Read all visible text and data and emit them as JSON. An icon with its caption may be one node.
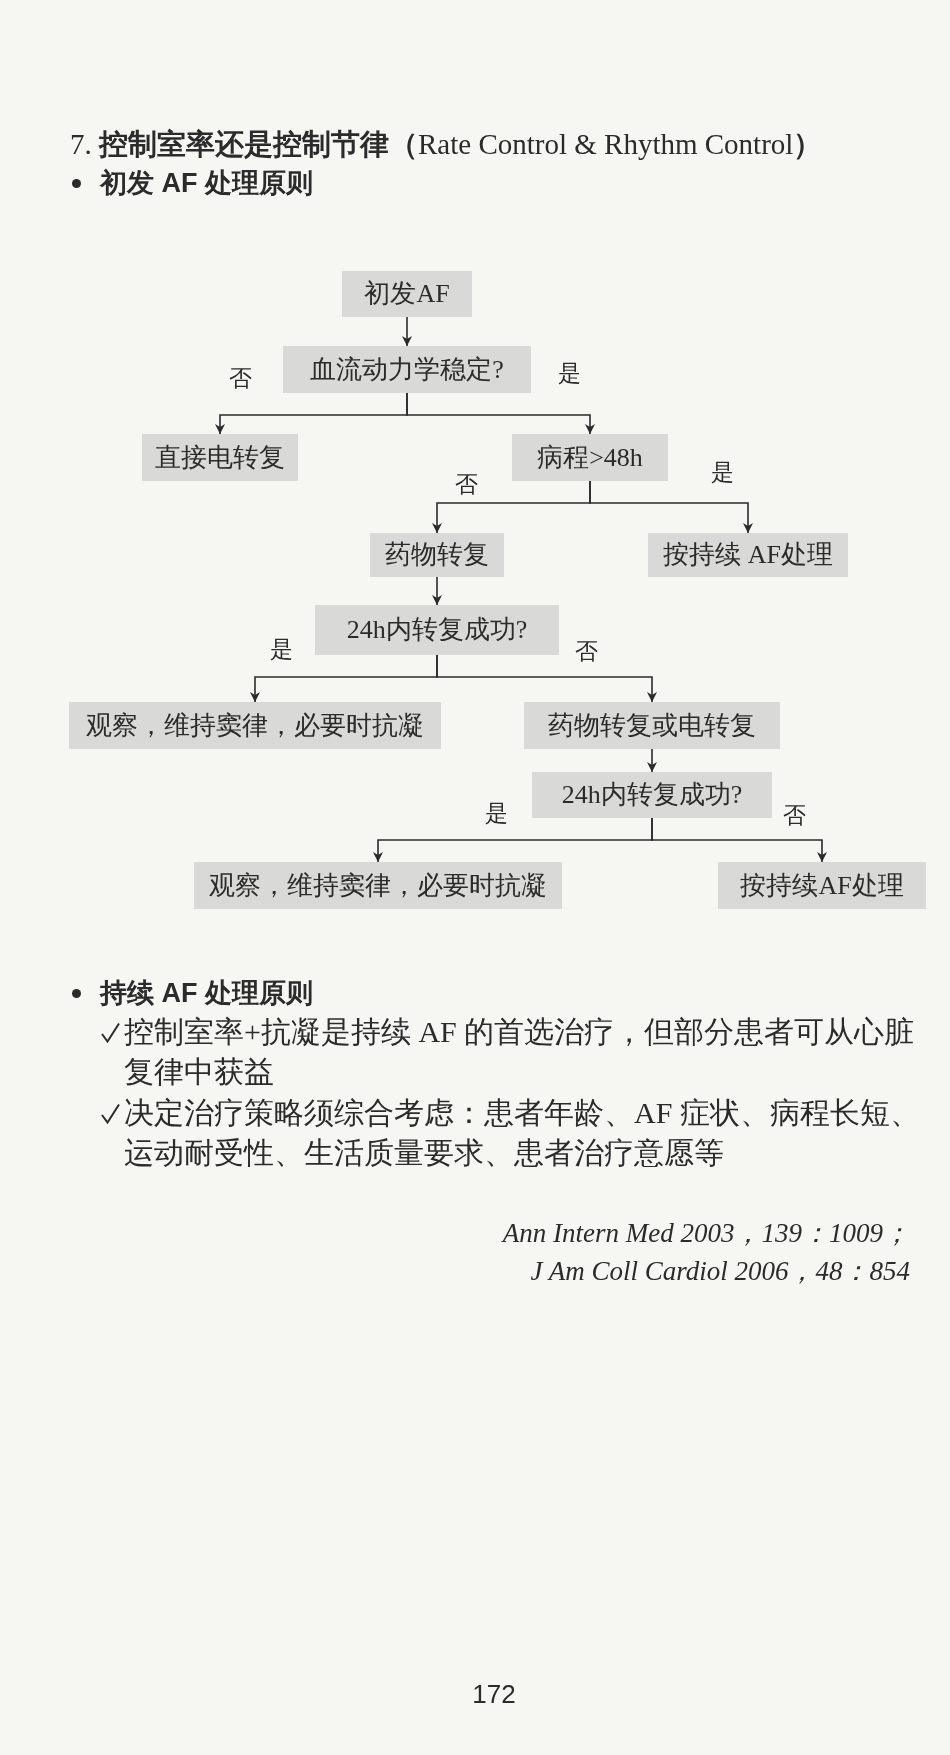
{
  "diagram": {
    "title": "7. 控制室率还是控制节律（Rate Control & Rhythm Control）",
    "nodes": [
      {
        "text": [
          "初发AF"
        ]
      },
      {
        "text": [
          "血流动力学稳定?"
        ]
      },
      {
        "text": [
          "直接电转复"
        ]
      },
      {
        "text": [
          "病程>48h"
        ]
      },
      {
        "text": [
          "药物转复"
        ]
      },
      {
        "text": [
          "按持续 AF处理"
        ]
      },
      {
        "text": [
          "24h内转复成功?"
        ]
      },
      {
        "text": [
          "观察，维持窦律，必要时抗凝"
        ]
      },
      {
        "text": [
          "药物转复或电转复"
        ]
      },
      {
        "text": [
          "24h内转复成功?"
        ]
      },
      {
        "text": [
          "观察，维持窦律，必要时抗凝"
        ]
      },
      {
        "text": [
          "按持续AF处理"
        ]
      }
    ],
    "edges": [
      {
        "from": 0,
        "to": 1,
        "arrow": "to"
      },
      {
        "from": 1,
        "to": 2,
        "arrow": "to",
        "label": "否"
      },
      {
        "from": 1,
        "to": 3,
        "arrow": "to",
        "label": "是"
      },
      {
        "from": 3,
        "to": 4,
        "arrow": "to",
        "label": "否"
      },
      {
        "from": 3,
        "to": 5,
        "arrow": "to",
        "label": "是"
      },
      {
        "from": 4,
        "to": 6,
        "arrow": "to"
      },
      {
        "from": 6,
        "to": 7,
        "arrow": "to",
        "label": "是"
      },
      {
        "from": 6,
        "to": 8,
        "arrow": "to",
        "label": "否"
      },
      {
        "from": 8,
        "to": 9,
        "arrow": "to"
      },
      {
        "from": 9,
        "to": 10,
        "arrow": "to",
        "label": "是"
      },
      {
        "from": 9,
        "to": 11,
        "arrow": "to",
        "label": "否"
      }
    ],
    "labels": [
      "初发 AF 处理原则",
      "持续 AF 处理原则",
      "控制室率+抗凝是持续 AF 的首选治疗，但部分患者可从心脏复律中获益",
      "决定治疗策略须综合考虑：患者年龄、AF 症状、病程长短、运动耐受性、生活质量要求、患者治疗意愿等",
      "Ann Intern Med 2003，139：1009；",
      "J Am Coll Cardiol 2006，48：854",
      "172"
    ]
  }
}
